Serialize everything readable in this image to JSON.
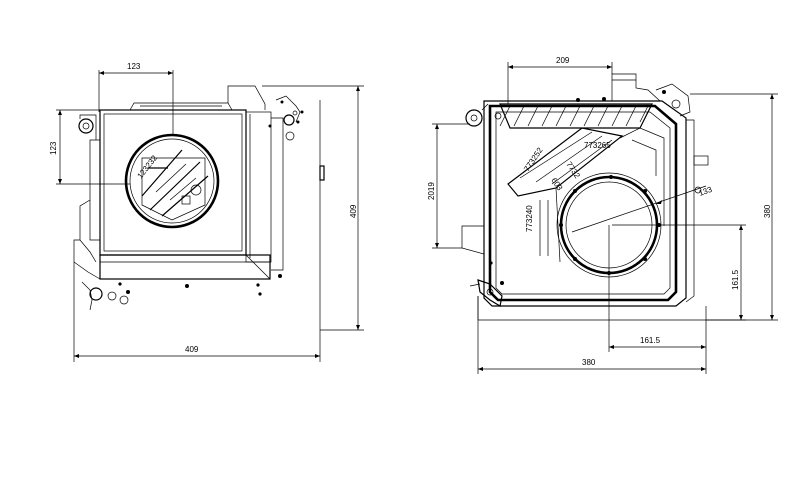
{
  "left_view": {
    "dim_top": "123",
    "dim_left": "123",
    "dim_right": "409",
    "dim_bottom": "409",
    "part_label": "123232"
  },
  "right_view": {
    "dim_top": "209",
    "dim_left": "2019",
    "dim_right": "380",
    "dim_bottom": "380",
    "dim_161_vertical": "161.5",
    "dim_161_horizontal": "161.5",
    "dim_radius": "133",
    "part_labels": [
      "773252",
      "773265",
      "7732",
      "603",
      "773240"
    ]
  }
}
